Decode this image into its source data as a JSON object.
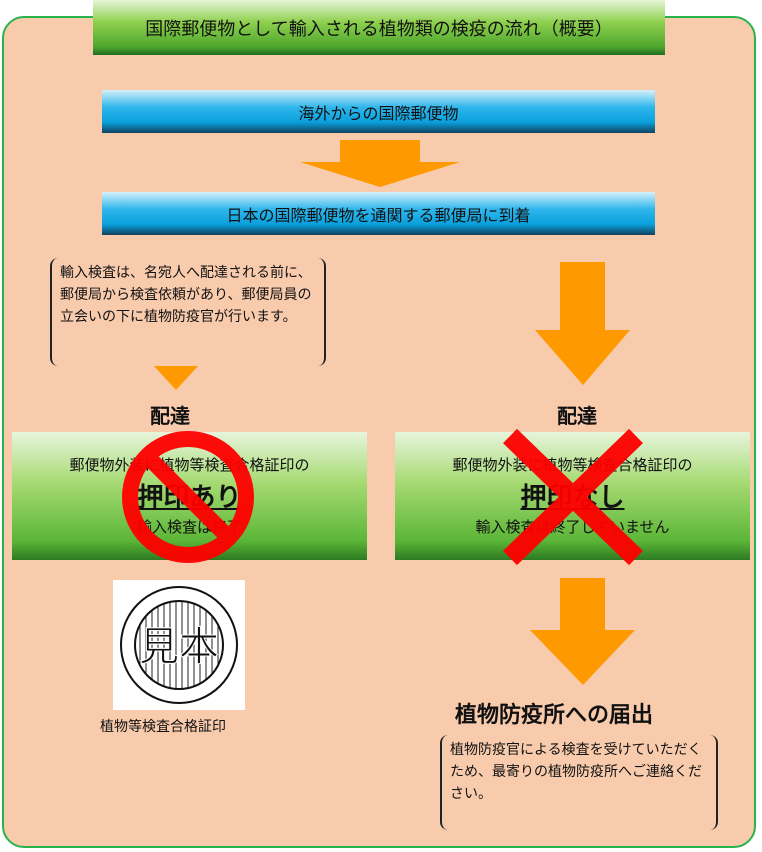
{
  "title": "国際郵便物として輸入される植物類の検疫の流れ（概要）",
  "step1": "海外からの国際郵便物",
  "step2": "日本の国際郵便物を通関する郵便局に到着",
  "note_left": "輸入検査は、名宛人へ配達される前に、郵便局から検査依頼があり、郵便局員の立会いの下に植物防疫官が行います。",
  "left": {
    "delivery": "配達",
    "line1": "郵便物外装に植物等検査合格証印の",
    "line2": "押印あり",
    "line3": "輸入検査は終了"
  },
  "right": {
    "delivery": "配達",
    "line1": "郵便物外装に植物等検査合格証印の",
    "line2": "押印なし",
    "line3": "輸入検査は終了していません"
  },
  "stamp": {
    "text": "見本",
    "caption": "植物等検査合格証印"
  },
  "report": {
    "heading": "植物防疫所への届出",
    "note": "植物防疫官による検査を受けていただくため、最寄りの植物防疫所へご連絡ください。"
  },
  "colors": {
    "arrow": "#ff9900",
    "panel": "#f8cbad",
    "border": "#2ab34a",
    "mark": "#ff0000"
  }
}
